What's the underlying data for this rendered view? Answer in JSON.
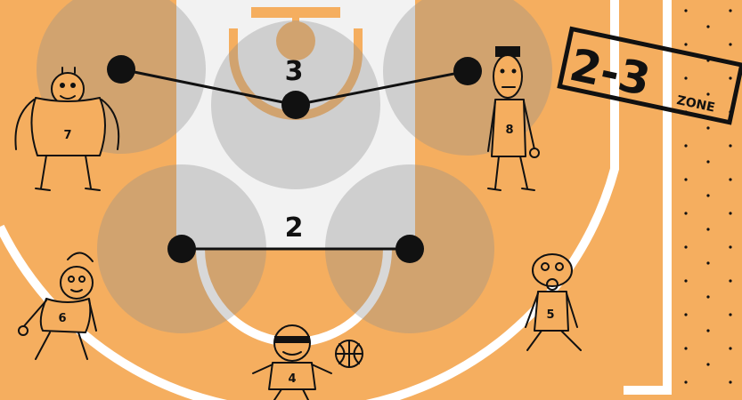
{
  "diagram": {
    "zone_badge": {
      "main": "2-3",
      "sub": "ZONE"
    },
    "rows": [
      {
        "label": "3",
        "count": 3
      },
      {
        "label": "2",
        "count": 2
      }
    ],
    "players": [
      {
        "number": "7",
        "side": "top-left"
      },
      {
        "number": "8",
        "side": "top-right"
      },
      {
        "number": "6",
        "side": "bottom-left"
      },
      {
        "number": "5",
        "side": "bottom-right"
      },
      {
        "number": "4",
        "side": "bottom-center"
      }
    ],
    "colors": {
      "court": "#f5ae5f",
      "paint": "#f2f2f2",
      "lines": "#ffffff",
      "dots": "#111111",
      "zone_circles": "#8f8f8f"
    }
  }
}
